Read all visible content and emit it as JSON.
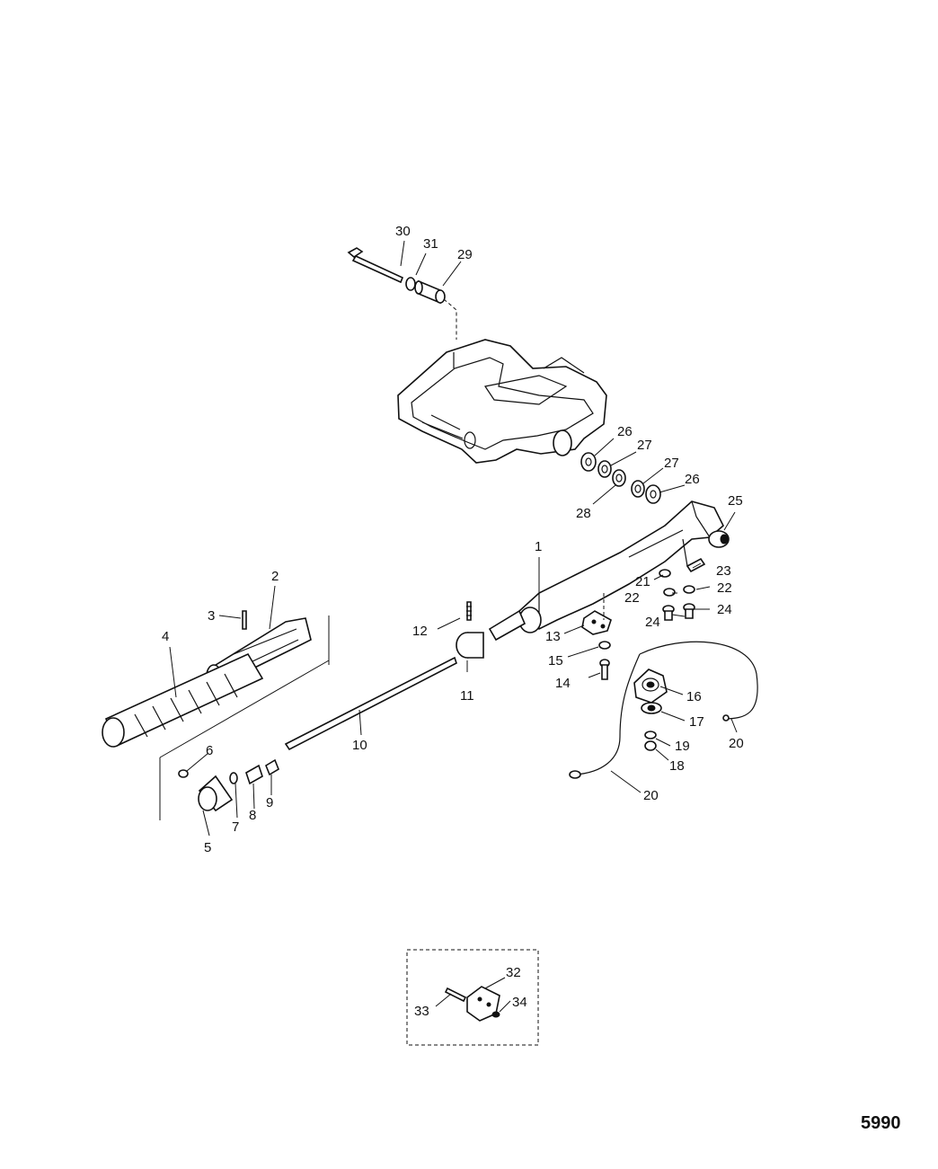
{
  "figure": {
    "figure_number": "5990",
    "callouts": [
      {
        "id": "c30",
        "label": "30"
      },
      {
        "id": "c31",
        "label": "31"
      },
      {
        "id": "c29",
        "label": "29"
      },
      {
        "id": "c26a",
        "label": "26"
      },
      {
        "id": "c27a",
        "label": "27"
      },
      {
        "id": "c27b",
        "label": "27"
      },
      {
        "id": "c26b",
        "label": "26"
      },
      {
        "id": "c28",
        "label": "28"
      },
      {
        "id": "c25",
        "label": "25"
      },
      {
        "id": "c1",
        "label": "1"
      },
      {
        "id": "c23",
        "label": "23"
      },
      {
        "id": "c21",
        "label": "21"
      },
      {
        "id": "c22a",
        "label": "22"
      },
      {
        "id": "c22b",
        "label": "22"
      },
      {
        "id": "c24a",
        "label": "24"
      },
      {
        "id": "c24b",
        "label": "24"
      },
      {
        "id": "c2",
        "label": "2"
      },
      {
        "id": "c3",
        "label": "3"
      },
      {
        "id": "c4",
        "label": "4"
      },
      {
        "id": "c12",
        "label": "12"
      },
      {
        "id": "c13",
        "label": "13"
      },
      {
        "id": "c15",
        "label": "15"
      },
      {
        "id": "c14",
        "label": "14"
      },
      {
        "id": "c11",
        "label": "11"
      },
      {
        "id": "c16",
        "label": "16"
      },
      {
        "id": "c17",
        "label": "17"
      },
      {
        "id": "c19",
        "label": "19"
      },
      {
        "id": "c18",
        "label": "18"
      },
      {
        "id": "c20a",
        "label": "20"
      },
      {
        "id": "c20b",
        "label": "20"
      },
      {
        "id": "c10",
        "label": "10"
      },
      {
        "id": "c6",
        "label": "6"
      },
      {
        "id": "c7",
        "label": "7"
      },
      {
        "id": "c8",
        "label": "8"
      },
      {
        "id": "c9",
        "label": "9"
      },
      {
        "id": "c5",
        "label": "5"
      },
      {
        "id": "c32",
        "label": "32"
      },
      {
        "id": "c33",
        "label": "33"
      },
      {
        "id": "c34",
        "label": "34"
      }
    ]
  }
}
